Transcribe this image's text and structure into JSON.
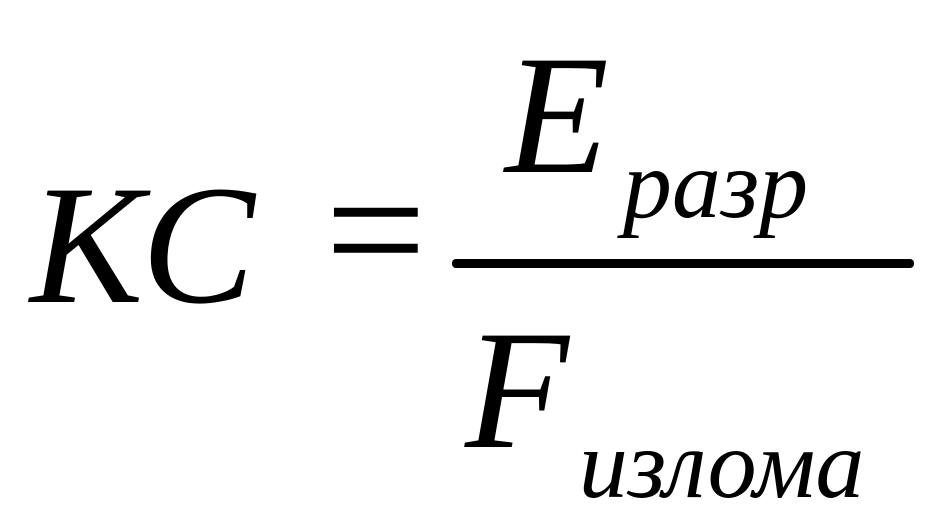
{
  "formula": {
    "lhs": "KC",
    "equals": "=",
    "numerator": {
      "variable": "E",
      "subscript": "разр"
    },
    "denominator": {
      "variable": "F",
      "subscript": "излома"
    }
  }
}
